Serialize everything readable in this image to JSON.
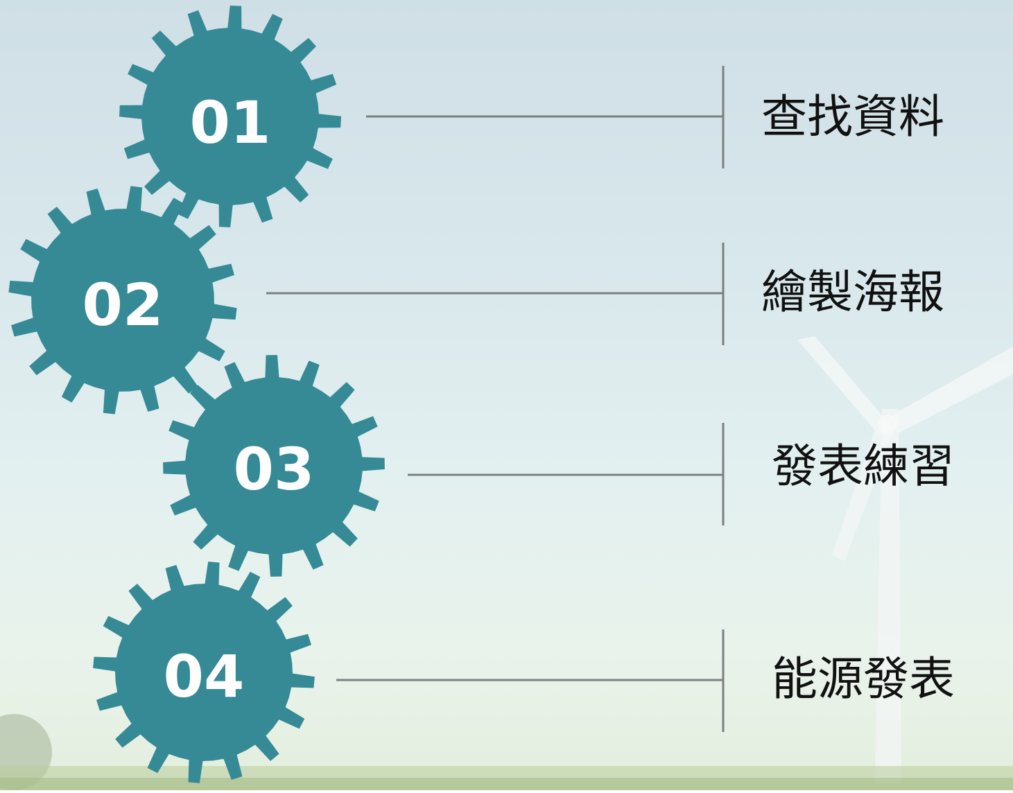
{
  "colors": {
    "gear": "#358a96",
    "connector": "#7b7f81",
    "label": "#111111"
  },
  "steps": [
    {
      "number": "01",
      "label": "查找資料"
    },
    {
      "number": "02",
      "label": "繪製海報"
    },
    {
      "number": "03",
      "label": "發表練習"
    },
    {
      "number": "04",
      "label": "能源發表"
    }
  ]
}
